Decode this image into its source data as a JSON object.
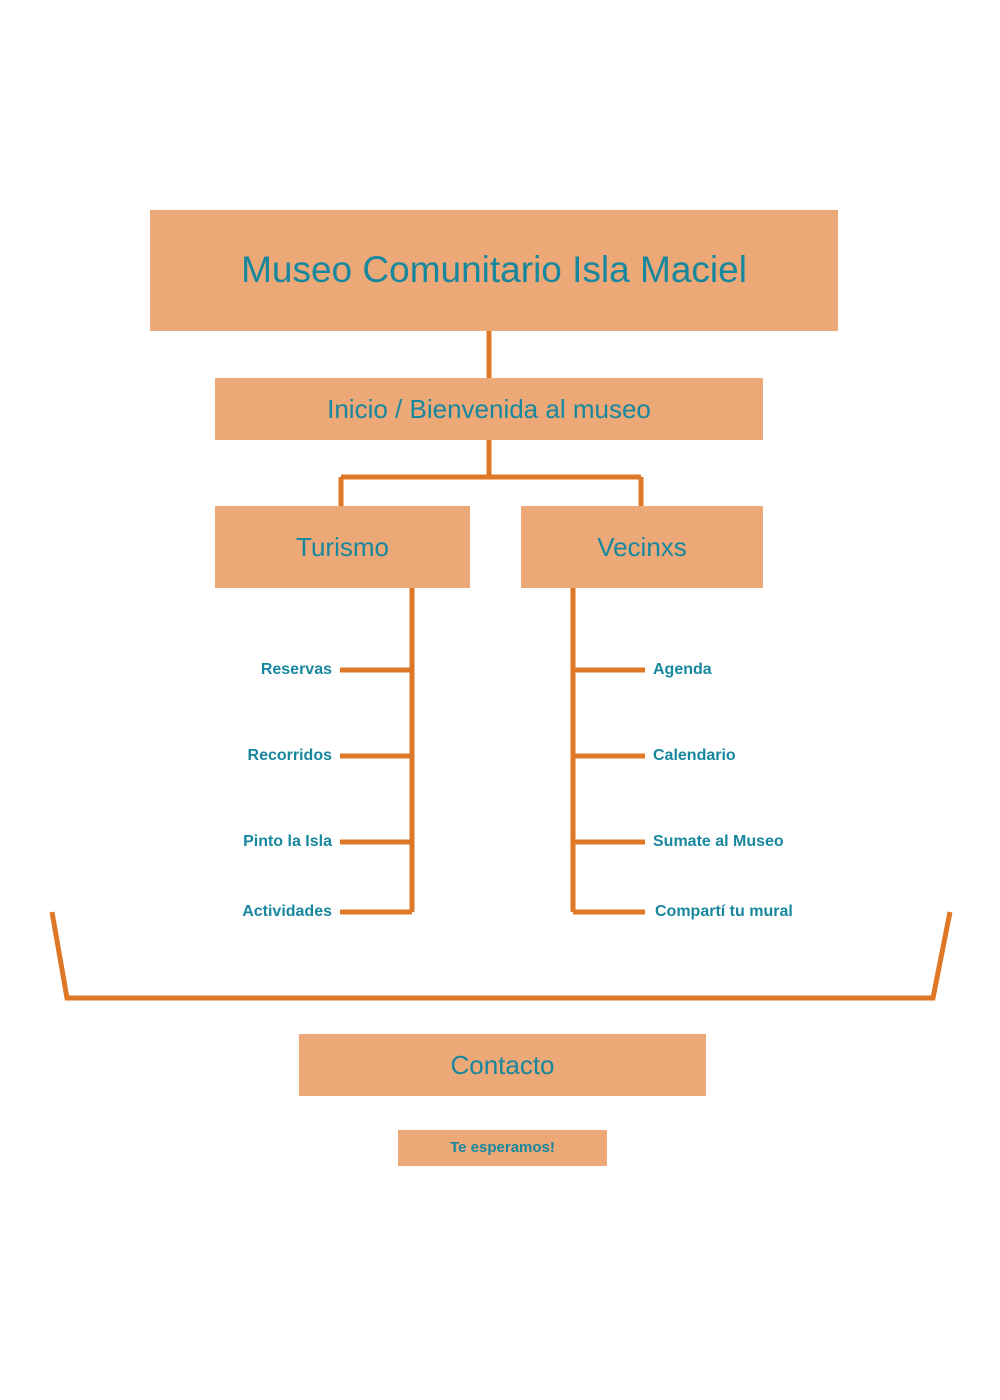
{
  "diagram": {
    "type": "sitemap-tree",
    "colors": {
      "box_fill": "#EDA878",
      "connector": "#DE7726",
      "text": "#17879E",
      "background": "#FFFFFF"
    },
    "root": {
      "label": "Museo Comunitario Isla Maciel"
    },
    "home": {
      "label": "Inicio / Bienvenida al museo"
    },
    "branches": [
      {
        "label": "Turismo",
        "leaves": [
          {
            "label": "Reservas"
          },
          {
            "label": "Recorridos"
          },
          {
            "label": "Pinto la Isla"
          },
          {
            "label": "Actividades"
          }
        ]
      },
      {
        "label": "Vecinxs",
        "leaves": [
          {
            "label": "Agenda"
          },
          {
            "label": "Calendario"
          },
          {
            "label": "Sumate al Museo"
          },
          {
            "label": "Compartí tu mural"
          }
        ]
      }
    ],
    "footer": {
      "contact_label": "Contacto",
      "closing_label": "Te esperamos!"
    }
  }
}
